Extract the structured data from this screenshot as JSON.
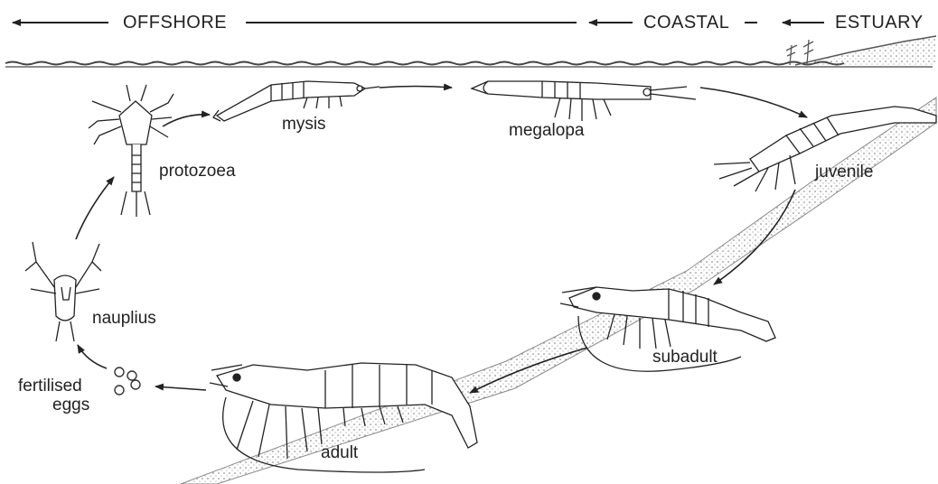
{
  "zones": {
    "offshore": "OFFSHORE",
    "coastal": "COASTAL",
    "estuary": "ESTUARY"
  },
  "stages": {
    "mysis": "mysis",
    "megalopa": "megalopa",
    "protozoea": "protozoea",
    "juvenile": "juvenile",
    "nauplius": "nauplius",
    "subadult": "subadult",
    "fertilised_eggs_line1": "fertilised",
    "fertilised_eggs_line2": "eggs",
    "adult": "adult"
  }
}
